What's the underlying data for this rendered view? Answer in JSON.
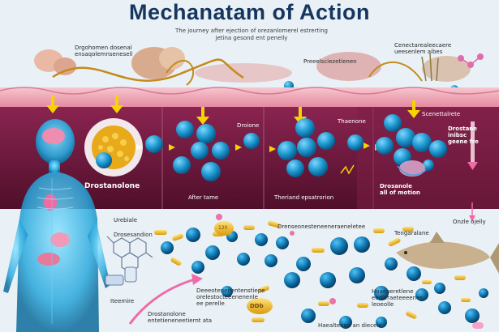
{
  "title": "Mechanatam of Action",
  "subtitle_lines": [
    "The journey after ejection of orezanlomerel estrerting",
    "jetina gesond ent penelly"
  ],
  "labels": {
    "top_left": "Drgohomen dosenal\nensaqolemnsenesell",
    "top_center": "Preeelsciezetienen",
    "top_right": "Cenectarealeecaere\nueesenlem aibes",
    "drug_name": "Drostanolone",
    "step_dronione": "Droione",
    "step_thaenone": "Thaenone",
    "step_rightlabel": "Scenettalrete",
    "step_drostane": "Drostane\ninibsc\ngeene fre",
    "step_after": "After tame",
    "step_theriand": "Theriand epsatrorion",
    "step_drosanole": "Drosanole\nall of motion",
    "onzie": "Onzle ojelly",
    "urebial": "Urebiale",
    "drosesandion": "Drosesandion",
    "lower_mid": "Drenseonesteneeneraeneletee",
    "lower_right": "Tengaralane",
    "iteemire": "Iteemire",
    "lower_center": "Deeeotenenentenstiepe\norelestocteeenenenle\nee perelle",
    "lower_right2": "Hoaeaeretlene\neeoleraeteeeenes\nleoeolle",
    "bottom_left": "Drostanolone\nentetieneneetiernt ata",
    "bottom_center": "Haealtenen an dieceie",
    "pill_text": "DDb",
    "oval_text": "120"
  },
  "colors": {
    "band": "#6e1b3d",
    "skin": "#f0b2bf",
    "molecule": "#1f9ad1",
    "arrow": "#f5d400",
    "title": "#16365f"
  }
}
